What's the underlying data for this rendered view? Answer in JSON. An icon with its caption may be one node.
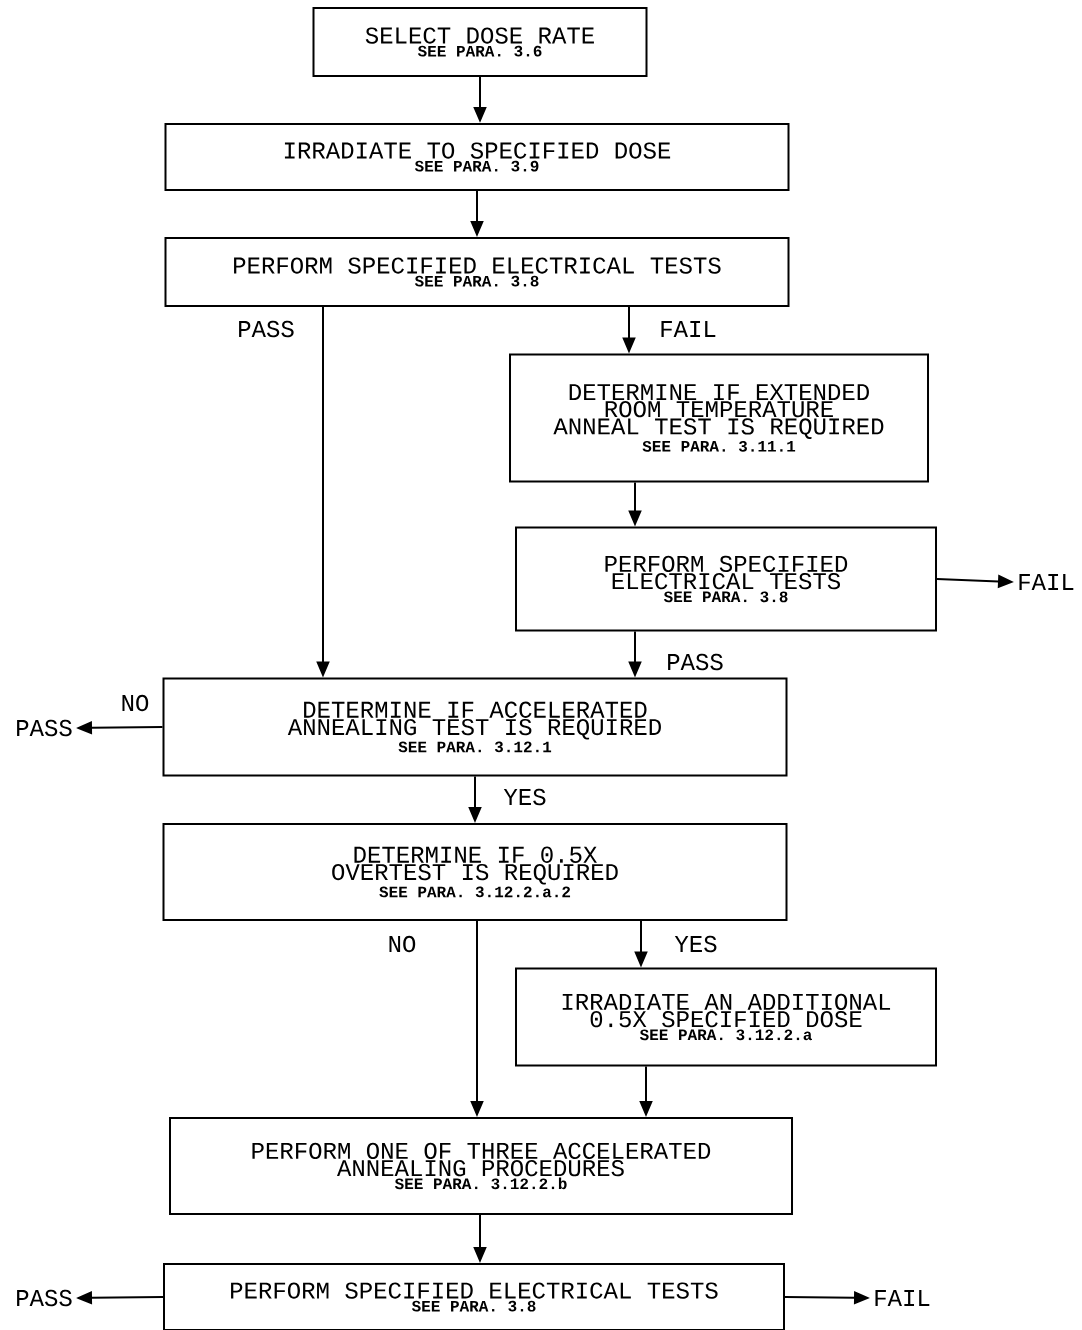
{
  "diagram": {
    "nodes": [
      {
        "text": [
          "SELECT DOSE RATE",
          "SEE PARA. 3.6"
        ]
      },
      {
        "text": [
          "IRRADIATE TO SPECIFIED DOSE",
          "SEE PARA. 3.9"
        ]
      },
      {
        "text": [
          "PERFORM SPECIFIED ELECTRICAL TESTS",
          "SEE PARA. 3.8"
        ]
      },
      {
        "text": [
          "DETERMINE IF EXTENDED ROOM TEMPERATURE ANNEAL TEST IS REQUIRED",
          "SEE PARA. 3.11.1"
        ]
      },
      {
        "text": [
          "PERFORM SPECIFIED ELECTRICAL TESTS",
          "SEE PARA. 3.8"
        ]
      },
      {
        "text": [
          "FAIL"
        ]
      },
      {
        "text": [
          "DETERMINE IF ACCELERATED ANNEALING TEST IS REQUIRED",
          "SEE PARA. 3.12.1"
        ]
      },
      {
        "text": [
          "PASS"
        ]
      },
      {
        "text": [
          "DETERMINE IF 0.5X OVERTEST IS REQUIRED",
          "SEE PARA. 3.12.2.a.2"
        ]
      },
      {
        "text": [
          "IRRADIATE AN ADDITIONAL 0.5X SPECIFIED DOSE",
          "SEE PARA. 3.12.2.a"
        ]
      },
      {
        "text": [
          "PERFORM ONE OF THREE ACCELERATED ANNEALING PROCEDURES",
          "SEE PARA. 3.12.2.b"
        ]
      },
      {
        "text": [
          "PERFORM SPECIFIED ELECTRICAL TESTS",
          "SEE PARA. 3.8"
        ]
      },
      {
        "text": [
          "PASS"
        ]
      },
      {
        "text": [
          "FAIL"
        ]
      }
    ],
    "edges": [
      {
        "from": 0,
        "to": 1,
        "arrow": "to"
      },
      {
        "from": 1,
        "to": 2,
        "arrow": "to"
      },
      {
        "from": 2,
        "to": 6,
        "arrow": "to",
        "label": "PASS"
      },
      {
        "from": 2,
        "to": 3,
        "arrow": "to",
        "label": "FAIL"
      },
      {
        "from": 3,
        "to": 4,
        "arrow": "to"
      },
      {
        "from": 4,
        "to": 5,
        "arrow": "to"
      },
      {
        "from": 4,
        "to": 6,
        "arrow": "to",
        "label": "PASS"
      },
      {
        "from": 6,
        "to": 7,
        "arrow": "to",
        "label": "NO"
      },
      {
        "from": 6,
        "to": 8,
        "arrow": "to",
        "label": "YES"
      },
      {
        "from": 8,
        "to": 10,
        "arrow": "to",
        "label": "NO"
      },
      {
        "from": 8,
        "to": 9,
        "arrow": "to",
        "label": "YES"
      },
      {
        "from": 9,
        "to": 10,
        "arrow": "to"
      },
      {
        "from": 10,
        "to": 11,
        "arrow": "to"
      },
      {
        "from": 11,
        "to": 12,
        "arrow": "to"
      },
      {
        "from": 11,
        "to": 13,
        "arrow": "to"
      }
    ]
  }
}
